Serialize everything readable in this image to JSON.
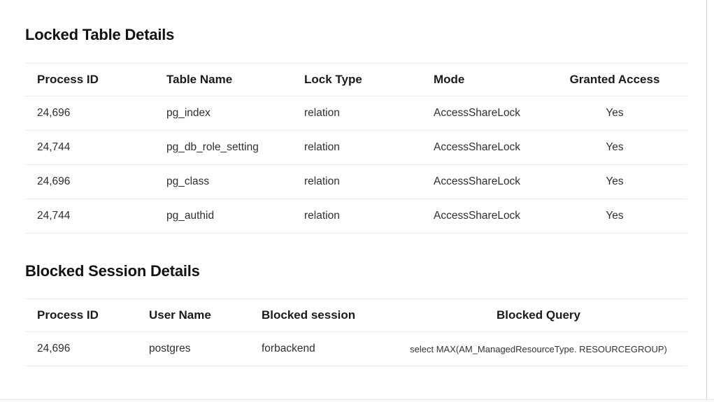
{
  "sections": [
    {
      "title": "Locked Table Details",
      "columns": [
        "Process ID",
        "Table Name",
        "Lock Type",
        "Mode",
        "Granted Access"
      ],
      "rows": [
        [
          "24,696",
          "pg_index",
          "relation",
          "AccessShareLock",
          "Yes"
        ],
        [
          "24,744",
          "pg_db_role_setting",
          "relation",
          "AccessShareLock",
          "Yes"
        ],
        [
          "24,696",
          "pg_class",
          "relation",
          "AccessShareLock",
          "Yes"
        ],
        [
          "24,744",
          "pg_authid",
          "relation",
          "AccessShareLock",
          "Yes"
        ]
      ]
    },
    {
      "title": "Blocked Session Details",
      "columns": [
        "Process ID",
        "User Name",
        "Blocked session",
        "Blocked Query"
      ],
      "rows": [
        [
          "24,696",
          "postgres",
          "forbackend",
          "select MAX(AM_ManagedResourceType. RESOURCEGROUP)"
        ]
      ]
    }
  ],
  "colors": {
    "divider": "#ececee",
    "right_border": "#d2d2d6",
    "title_text": "#121212",
    "cell_text": "#2f2f2f"
  }
}
